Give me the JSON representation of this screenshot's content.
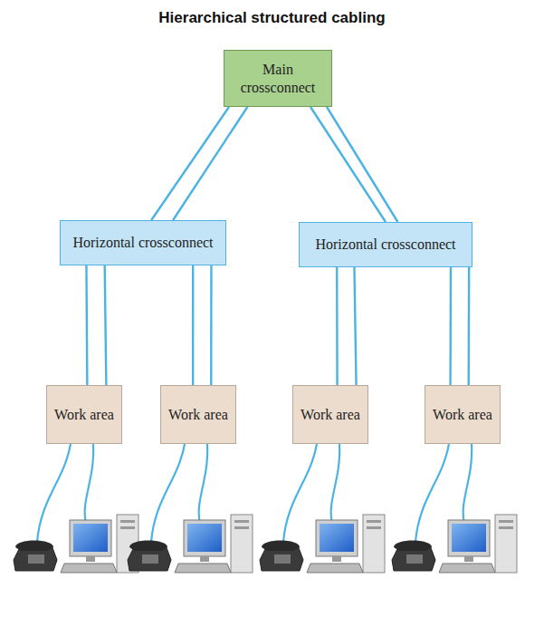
{
  "diagram": {
    "title": "Hierarchical structured cabling",
    "nodes": [
      {
        "text": [
          "Main crossconnect"
        ]
      },
      {
        "text": [
          "Horizontal crossconnect"
        ]
      },
      {
        "text": [
          "Horizontal crossconnect"
        ]
      },
      {
        "text": [
          "Work area"
        ]
      },
      {
        "text": [
          "Work area"
        ]
      },
      {
        "text": [
          "Work area"
        ]
      },
      {
        "text": [
          "Work area"
        ]
      }
    ],
    "edges": [
      {
        "from": 0,
        "to": 1,
        "arrow": "none"
      },
      {
        "from": 0,
        "to": 1,
        "arrow": "none"
      },
      {
        "from": 0,
        "to": 2,
        "arrow": "none"
      },
      {
        "from": 0,
        "to": 2,
        "arrow": "none"
      },
      {
        "from": 1,
        "to": 3,
        "arrow": "none"
      },
      {
        "from": 1,
        "to": 3,
        "arrow": "none"
      },
      {
        "from": 1,
        "to": 4,
        "arrow": "none"
      },
      {
        "from": 1,
        "to": 4,
        "arrow": "none"
      },
      {
        "from": 2,
        "to": 5,
        "arrow": "none"
      },
      {
        "from": 2,
        "to": 5,
        "arrow": "none"
      },
      {
        "from": 2,
        "to": 6,
        "arrow": "none"
      },
      {
        "from": 2,
        "to": 6,
        "arrow": "none"
      }
    ]
  }
}
